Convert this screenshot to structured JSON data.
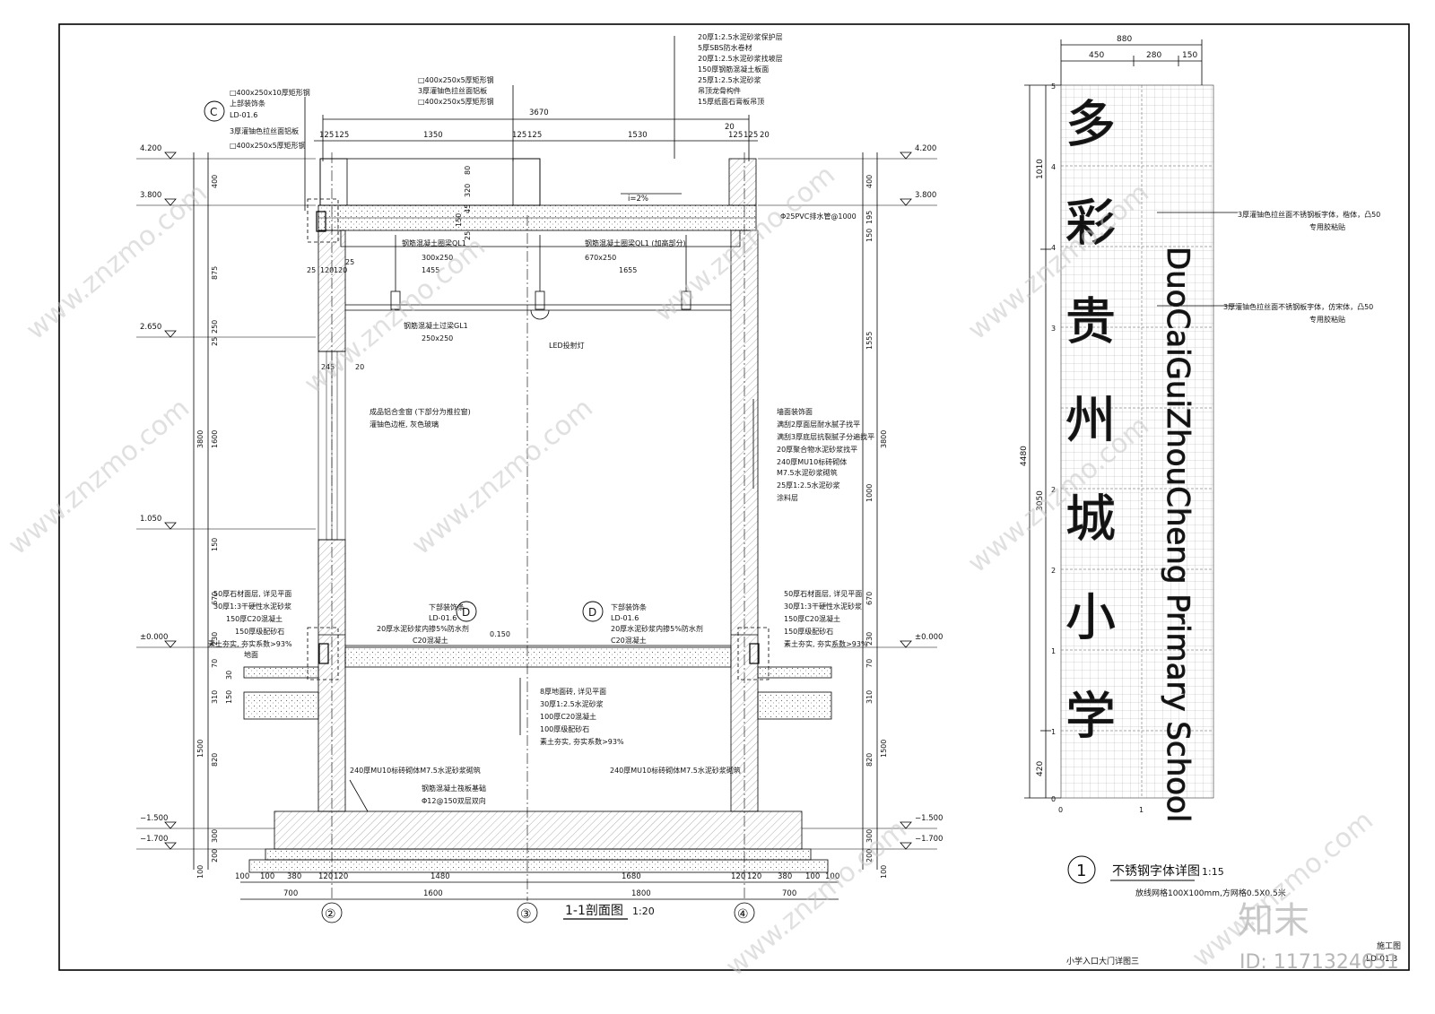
{
  "section": {
    "title": "1-1剖面图",
    "scale": "1:20",
    "overall_width": "3670",
    "top_dims": [
      "125",
      "125",
      "1350",
      "125",
      "125",
      "1530",
      "20",
      "125",
      "125",
      "20"
    ],
    "bottom_dims": [
      "100",
      "100",
      "380",
      "120",
      "120",
      "1480",
      "1680",
      "120",
      "120",
      "380",
      "100",
      "100"
    ],
    "bottom_dims2": [
      "700",
      "1600",
      "1800",
      "700"
    ],
    "grid_labels": [
      "②",
      "③",
      "④"
    ],
    "elev_left": [
      "4.200",
      "3.800",
      "2.650",
      "1.050",
      "±0.000",
      "−1.500",
      "−1.700"
    ],
    "elev_right": [
      "4.200",
      "3.800",
      "±0.000",
      "−1.500",
      "−1.700"
    ],
    "left_chain": [
      "400",
      "875",
      "250",
      "25",
      "1600",
      "150",
      "670",
      "230",
      "70",
      "30",
      "310",
      "150",
      "820",
      "300",
      "200",
      "100"
    ],
    "left_totals": [
      "3800",
      "1500"
    ],
    "right_chain": [
      "400",
      "150",
      "195",
      "1555",
      "1000",
      "670",
      "230",
      "70",
      "310",
      "820",
      "300",
      "200",
      "100"
    ],
    "right_totals": [
      "3800",
      "1500"
    ],
    "inner_dims": [
      "1455",
      "1655",
      "25",
      "120",
      "120",
      "25",
      "245",
      "20"
    ],
    "vert_dims": [
      "80",
      "320",
      "150",
      "25",
      "45"
    ],
    "slope": "i=2%",
    "roof_layers": [
      "20厚1:2.5水泥砂浆保护层",
      "5厚SBS防水卷材",
      "20厚1:2.5水泥砂浆找坡层",
      "150厚钢筋混凝土板面",
      "25厚1:2.5水泥砂浆",
      "吊顶龙骨构件",
      "15厚纸面石膏板吊顶"
    ],
    "top_members": [
      "□400x250x5厚矩形钢",
      "3厚灌铀色拉丝面铝板",
      "□400x250x5厚矩形钢"
    ],
    "left_members": [
      "□400x250x10厚矩形钢",
      "上部装饰条",
      "LD-01.6",
      "3厚灌铀色拉丝面铝板",
      "□400x250x5厚矩形钢"
    ],
    "callout_c": "C",
    "beam_ql1": "钢筋混凝土圈梁QL1",
    "beam_ql1_size": "300x250",
    "beam_ql1b": "钢筋混凝土圈梁QL1 (加高部分)",
    "beam_ql1b_size": "670x250",
    "lintel_gl1": "钢筋混凝土过梁GL1",
    "lintel_gl1_size": "250x250",
    "pvc": "Φ25PVC排水管@1000",
    "led": "LED投射灯",
    "window": [
      "成品铝合金窗 (下部分为推拉窗)",
      "灌铀色边框, 灰色玻璃"
    ],
    "wall_layers": [
      "墙面装饰面",
      "满刮2厚面层耐水腻子找平",
      "满刮3厚底层抗裂腻子分遍找平",
      "20厚聚合物水泥砂浆找平",
      "240厚MU10标砖砌体",
      "M7.5水泥砂浆砌筑",
      "25厚1:2.5水泥砂浆",
      "涂料层"
    ],
    "stone_layers": [
      "50厚石材面层, 详见平面",
      "30厚1:3干硬性水泥砂浆",
      "150厚C20混凝土",
      "150厚级配砂石",
      "素土夯实, 夯实系数>93%"
    ],
    "ground": "地面",
    "callout_d": "D",
    "lower_trim": "下部装饰条",
    "lower_trim_ref": "LD-01.6",
    "waterproof": "20厚水泥砂浆内掺5%防水剂",
    "c20": "C20混凝土",
    "elev_0150": "0.150",
    "floor_layers": [
      "8厚地面砖, 详见平面",
      "30厚1:2.5水泥砂浆",
      "100厚C20混凝土",
      "100厚级配砂石",
      "素土夯实, 夯实系数>93%"
    ],
    "wall_below": "240厚MU10标砖砌体M7.5水泥砂浆砌筑",
    "foundation": [
      "钢筋混凝土筏板基础",
      "Φ12@150双层双向"
    ]
  },
  "detail": {
    "title": "不锈钢字体详图",
    "number": "1",
    "scale": "1:15",
    "note": "放线网格100X100mm,方网格0.5X0.5米",
    "top_total": "880",
    "top_parts": [
      "450",
      "280",
      "150"
    ],
    "left_total": "4480",
    "left_parts": [
      "1010",
      "3050",
      "420"
    ],
    "grid_y": [
      "5",
      "4",
      "4",
      "3",
      "2",
      "2",
      "1",
      "1",
      "0"
    ],
    "grid_x": [
      "0",
      "1"
    ],
    "chars": [
      "多",
      "彩",
      "贵",
      "州",
      "城",
      "小",
      "学"
    ],
    "english": "DuoCaiGuiZhouCheng Primary School",
    "note_chars": [
      "3厚灌铀色拉丝面不锈钢板字体，楷体，凸50",
      "专用胶粘贴"
    ],
    "note_english": [
      "3厚灌铀色拉丝面不锈钢板字体，仿宋体，凸50",
      "专用胶粘贴"
    ]
  },
  "titleblock": {
    "name": "小学入口大门详图三",
    "stage": "施工图",
    "number": "LD-01.3"
  },
  "watermark": {
    "logo": "知末",
    "id": "ID: 1171324651",
    "url": "www.znzmo.com"
  }
}
